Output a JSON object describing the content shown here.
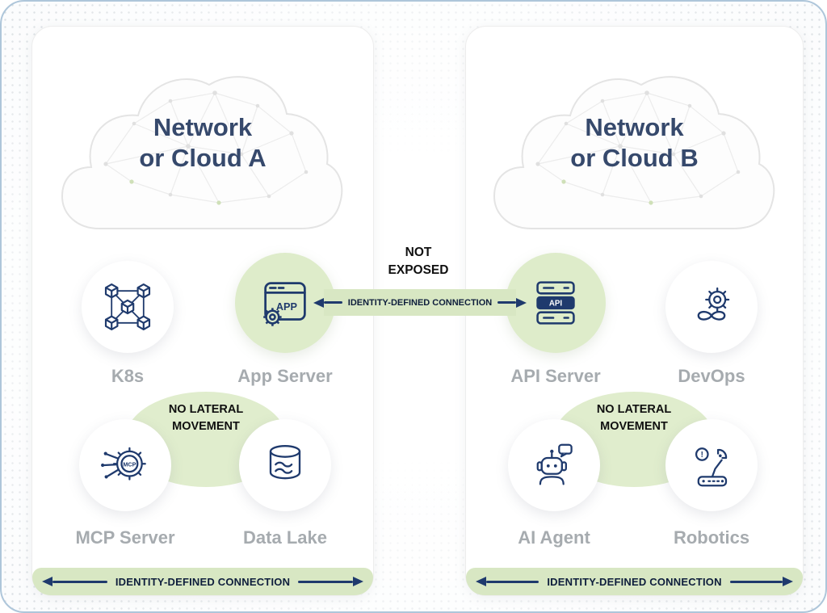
{
  "left_panel": {
    "cloud_title": {
      "line1": "Network",
      "line2": "or Cloud A"
    },
    "row1": [
      {
        "label": "K8s"
      },
      {
        "label": "App Server"
      }
    ],
    "row2": [
      {
        "label": "MCP Server"
      },
      {
        "label": "Data Lake"
      }
    ],
    "no_lateral_label": "NO LATERAL MOVEMENT",
    "bottom_bar_label": "IDENTITY-DEFINED CONNECTION"
  },
  "right_panel": {
    "cloud_title": {
      "line1": "Network",
      "line2": "or Cloud B"
    },
    "row1": [
      {
        "label": "API Server"
      },
      {
        "label": "DevOps"
      }
    ],
    "row2": [
      {
        "label": "AI Agent"
      },
      {
        "label": "Robotics"
      }
    ],
    "no_lateral_label": "NO LATERAL MOVEMENT",
    "bottom_bar_label": "IDENTITY-DEFINED CONNECTION"
  },
  "center_connection": {
    "not_exposed_label": "NOT EXPOSED",
    "connection_label": "IDENTITY-DEFINED CONNECTION"
  },
  "icon_texts": {
    "app_server": "APP",
    "api_server": "API",
    "mcp_server": "MCP",
    "robotics_alert": "!"
  },
  "colors": {
    "navy": "#1f3a6d",
    "green_fill": "#deecca",
    "green_bar": "#d8e7c3",
    "label_gray": "#a6abaf",
    "title_navy": "#36496c"
  }
}
